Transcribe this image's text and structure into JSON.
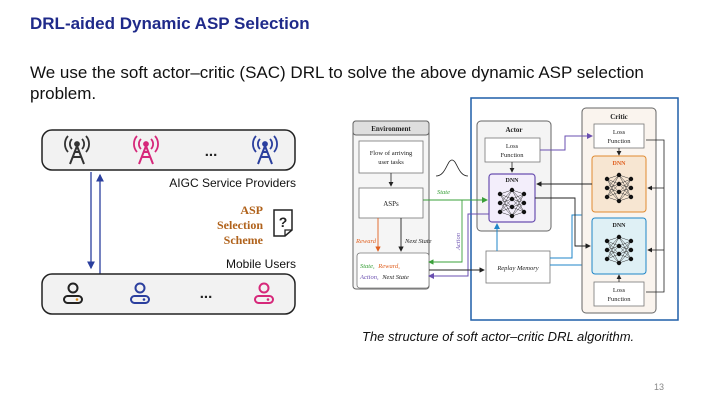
{
  "slide": {
    "title": "DRL-aided Dynamic ASP Selection",
    "intro": "We use the soft actor–critic (SAC) DRL to solve the above dynamic ASP selection problem.",
    "caption": "The structure of soft actor–critic DRL algorithm.",
    "page_number": "13"
  },
  "left_panel": {
    "providers_label": "AIGC Service Providers",
    "users_label": "Mobile Users",
    "ellipsis": "...",
    "scheme_lines": [
      "ASP",
      "Selection",
      "Scheme"
    ],
    "question_mark": "?",
    "colors": {
      "tower_dark": "#333333",
      "tower_pink": "#d6287a",
      "tower_blue": "#2b3f9e",
      "scheme": "#b0621b"
    }
  },
  "sac": {
    "environment": {
      "title": "Environment",
      "flow_lines": [
        "Flow of arriving",
        "user tasks"
      ],
      "asps": "ASPs"
    },
    "actor": {
      "title": "Actor",
      "loss_lines": [
        "Loss",
        "Function"
      ],
      "dnn": "DNN"
    },
    "critic": {
      "title": "Critic",
      "loss_top_lines": [
        "Loss",
        "Function"
      ],
      "dnn1": "DNN",
      "dnn2": "DNN",
      "loss_bottom_lines": [
        "Loss",
        "Function"
      ]
    },
    "replay": "Replay Memory",
    "labels": {
      "state": "State",
      "action": "Action",
      "reward": "Reward",
      "next_state": "Next State"
    },
    "transition": {
      "state": "State,",
      "reward": "Reward,",
      "action": "Action,",
      "next_state": "Next State"
    },
    "colors": {
      "state": "#3aa03a",
      "action": "#6a4fb0",
      "reward": "#e06020",
      "next_state": "#222222",
      "frame": "#1f5fa8",
      "dnn_orange": "#f7e6d2",
      "dnn_blue": "#dff0f5"
    }
  }
}
